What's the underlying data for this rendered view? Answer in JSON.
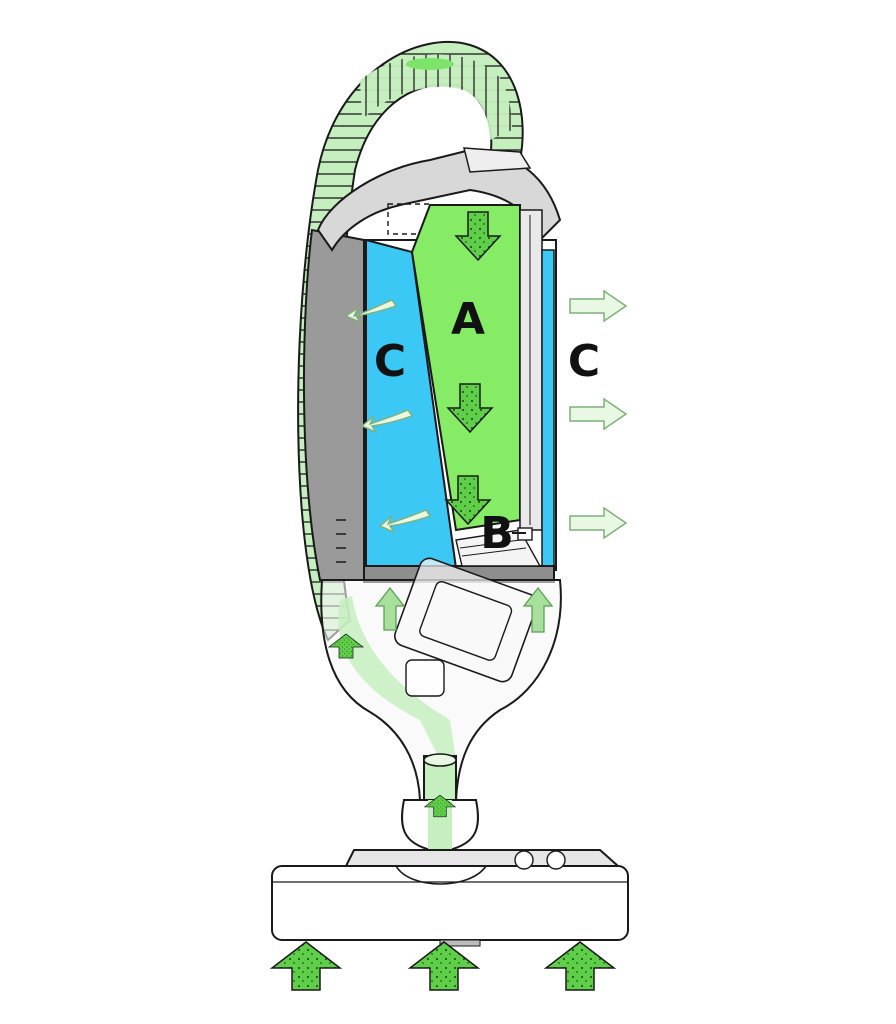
{
  "labels": {
    "a": "A",
    "b": "B",
    "c_left": "C",
    "c_right": "C"
  },
  "colors": {
    "dust_green": "#7ee36a",
    "bag_green": "#86ec66",
    "filter_blue": "#3cc8f5",
    "hose_green": "#c6efbf",
    "outline": "#1a1a1a",
    "handle_gray": "#9a9a9a",
    "housing_gray": "#d8d8d8",
    "pale_arrow": "#e8f8e2"
  }
}
